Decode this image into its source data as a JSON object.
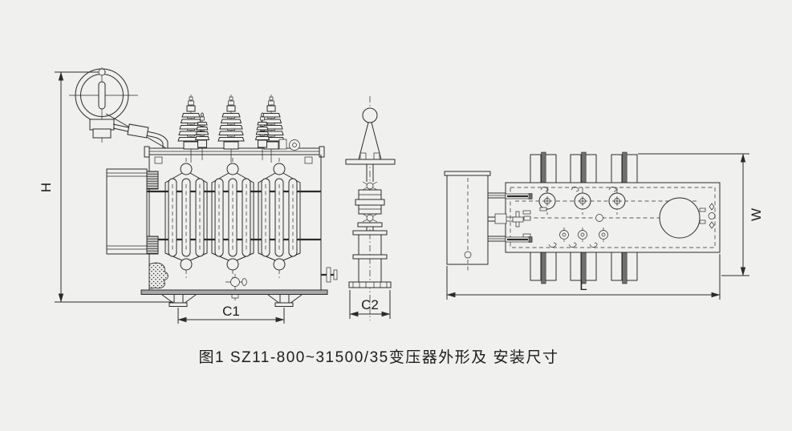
{
  "figure": {
    "caption": "图1 SZ11-800~31500/35变压器外形及 安装尺寸",
    "labels": {
      "overall_height": "H",
      "front_foot_span": "C1",
      "bushing_base_span": "C2",
      "overall_width": "W",
      "overall_length": "L"
    },
    "colors": {
      "background": "#f0f0ee",
      "line": "#2b2b2b",
      "metal_fill": "#a8a8a8",
      "radiator_bar": "#6f6f6f"
    }
  }
}
